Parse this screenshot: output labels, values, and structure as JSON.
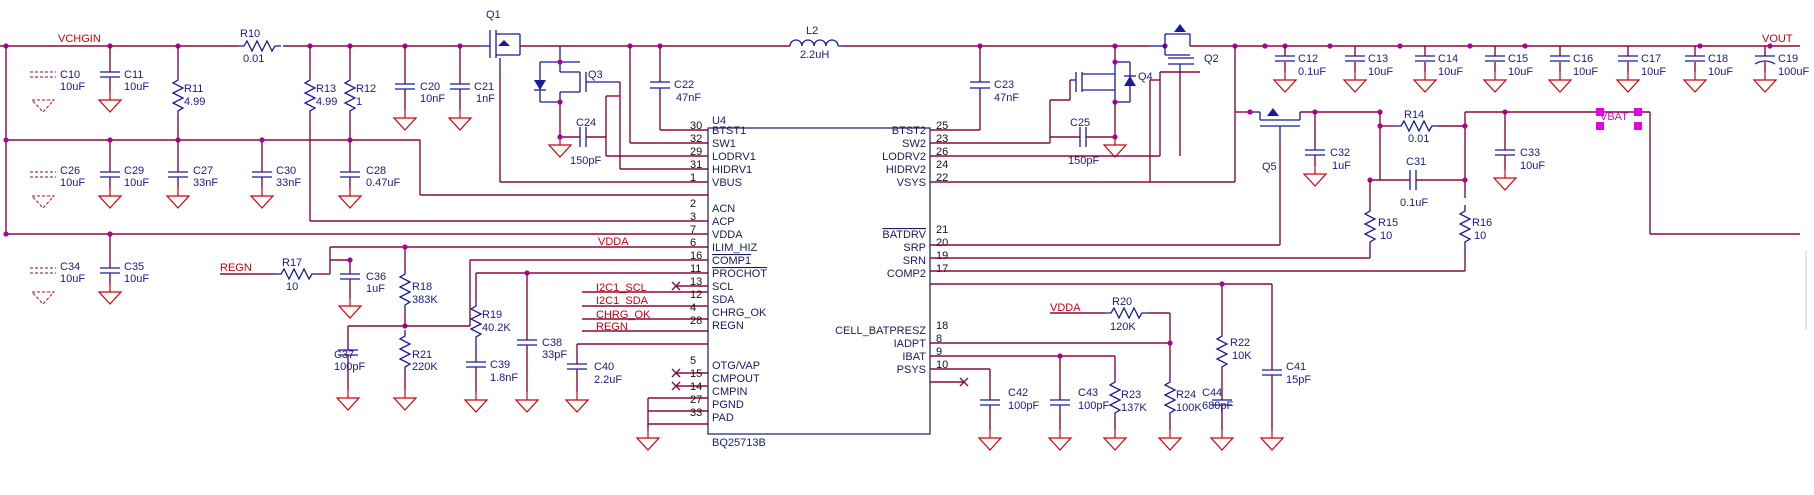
{
  "nets": {
    "vchgin": "VCHGIN",
    "vout": "VOUT",
    "vbat": "VBAT",
    "regn": "REGN",
    "vdda_left": "VDDA",
    "vdda_right": "VDDA",
    "i2c1_scl": "I2C1_SCL",
    "i2c1_sda": "I2C1_SDA",
    "chrg_ok": "CHRG_OK",
    "regn_pin": "REGN"
  },
  "ic": {
    "ref": "U4",
    "part": "BQ25713B",
    "left_pins": [
      {
        "num": "30",
        "name": "BTST1"
      },
      {
        "num": "32",
        "name": "SW1"
      },
      {
        "num": "29",
        "name": "LODRV1"
      },
      {
        "num": "31",
        "name": "HIDRV1"
      },
      {
        "num": "1",
        "name": "VBUS"
      },
      {
        "num": "2",
        "name": "ACN"
      },
      {
        "num": "3",
        "name": "ACP"
      },
      {
        "num": "7",
        "name": "VDDA"
      },
      {
        "num": "6",
        "name": "ILIM_HIZ"
      },
      {
        "num": "16",
        "name": "COMP1"
      },
      {
        "num": "11",
        "name": "PROCHOT"
      },
      {
        "num": "13",
        "name": "SCL"
      },
      {
        "num": "12",
        "name": "SDA"
      },
      {
        "num": "4",
        "name": "CHRG_OK"
      },
      {
        "num": "28",
        "name": "REGN"
      },
      {
        "num": "5",
        "name": "OTG/VAP"
      },
      {
        "num": "15",
        "name": "CMPOUT"
      },
      {
        "num": "14",
        "name": "CMPIN"
      },
      {
        "num": "27",
        "name": "PGND"
      },
      {
        "num": "33",
        "name": "PAD"
      }
    ],
    "right_pins": [
      {
        "num": "25",
        "name": "BTST2"
      },
      {
        "num": "23",
        "name": "SW2"
      },
      {
        "num": "26",
        "name": "LODRV2"
      },
      {
        "num": "24",
        "name": "HIDRV2"
      },
      {
        "num": "22",
        "name": "VSYS"
      },
      {
        "num": "21",
        "name": "BATDRV"
      },
      {
        "num": "20",
        "name": "SRP"
      },
      {
        "num": "19",
        "name": "SRN"
      },
      {
        "num": "17",
        "name": "COMP2"
      },
      {
        "num": "18",
        "name": "CELL_BATPRESZ"
      },
      {
        "num": "8",
        "name": "IADPT"
      },
      {
        "num": "9",
        "name": "IBAT"
      },
      {
        "num": "10",
        "name": "PSYS"
      }
    ]
  },
  "components": {
    "R10": {
      "ref": "R10",
      "val": "0.01"
    },
    "L2": {
      "ref": "L2",
      "val": "2.2uH"
    },
    "Q1": {
      "ref": "Q1"
    },
    "Q2": {
      "ref": "Q2"
    },
    "Q3": {
      "ref": "Q3"
    },
    "Q4": {
      "ref": "Q4"
    },
    "Q5": {
      "ref": "Q5"
    },
    "C10": {
      "ref": "C10",
      "val": "10uF"
    },
    "C11": {
      "ref": "C11",
      "val": "10uF"
    },
    "R11": {
      "ref": "R11",
      "val": "4.99"
    },
    "R13": {
      "ref": "R13",
      "val": "4.99"
    },
    "R12": {
      "ref": "R12",
      "val": "1"
    },
    "C20": {
      "ref": "C20",
      "val": "10nF"
    },
    "C21": {
      "ref": "C21",
      "val": "1nF"
    },
    "C22": {
      "ref": "C22",
      "val": "47nF"
    },
    "C24": {
      "ref": "C24",
      "val": "150pF"
    },
    "C23": {
      "ref": "C23",
      "val": "47nF"
    },
    "C25": {
      "ref": "C25",
      "val": "150pF"
    },
    "C12": {
      "ref": "C12",
      "val": "0.1uF"
    },
    "C13": {
      "ref": "C13",
      "val": "10uF"
    },
    "C14": {
      "ref": "C14",
      "val": "10uF"
    },
    "C15": {
      "ref": "C15",
      "val": "10uF"
    },
    "C16": {
      "ref": "C16",
      "val": "10uF"
    },
    "C17": {
      "ref": "C17",
      "val": "10uF"
    },
    "C18": {
      "ref": "C18",
      "val": "10uF"
    },
    "C19": {
      "ref": "C19",
      "val": "100uF"
    },
    "R14": {
      "ref": "R14",
      "val": "0.01"
    },
    "C31": {
      "ref": "C31",
      "val": "0.1uF"
    },
    "C32": {
      "ref": "C32",
      "val": "1uF"
    },
    "C33": {
      "ref": "C33",
      "val": "10uF"
    },
    "C26": {
      "ref": "C26",
      "val": "10uF"
    },
    "C29": {
      "ref": "C29",
      "val": "10uF"
    },
    "C27": {
      "ref": "C27",
      "val": "33nF"
    },
    "C30": {
      "ref": "C30",
      "val": "33nF"
    },
    "C28": {
      "ref": "C28",
      "val": "0.47uF"
    },
    "C34": {
      "ref": "C34",
      "val": "10uF"
    },
    "C35": {
      "ref": "C35",
      "val": "10uF"
    },
    "R17": {
      "ref": "R17",
      "val": "10"
    },
    "C36": {
      "ref": "C36",
      "val": "1uF"
    },
    "R18": {
      "ref": "R18",
      "val": "383K"
    },
    "R21": {
      "ref": "R21",
      "val": "220K"
    },
    "C37": {
      "ref": "C37",
      "val": "100pF"
    },
    "R19": {
      "ref": "R19",
      "val": "40.2K"
    },
    "C38": {
      "ref": "C38",
      "val": "33pF"
    },
    "C39": {
      "ref": "C39",
      "val": "1.8nF"
    },
    "C40": {
      "ref": "C40",
      "val": "2.2uF"
    },
    "R15": {
      "ref": "R15",
      "val": "10"
    },
    "R16": {
      "ref": "R16",
      "val": "10"
    },
    "R20": {
      "ref": "R20",
      "val": "120K"
    },
    "R22": {
      "ref": "R22",
      "val": "10K"
    },
    "C41": {
      "ref": "C41",
      "val": "15pF"
    },
    "C42": {
      "ref": "C42",
      "val": "100pF"
    },
    "C43": {
      "ref": "C43",
      "val": "100pF"
    },
    "R23": {
      "ref": "R23",
      "val": "137K"
    },
    "R24": {
      "ref": "R24",
      "val": "100K"
    },
    "C44": {
      "ref": "C44",
      "val": "680pF"
    }
  }
}
